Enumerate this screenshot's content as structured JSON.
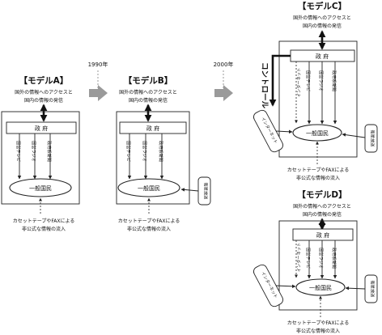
{
  "transitions": {
    "year_1990": "1990年",
    "year_2000": "2000年"
  },
  "common": {
    "external_access": [
      "国外の情報へのアクセスと",
      "国内の情報の発信"
    ],
    "government": "政 府",
    "public": "一般国民",
    "informal": [
      "カセットテープやFAXによる",
      "非公式な情報の流入"
    ],
    "channels": [
      "国営テレビ",
      "国営ラジオ",
      "政府系新聞"
    ],
    "satellite": "衛星放送",
    "internet": "インターネット",
    "control": "コントロール"
  },
  "models": {
    "a": {
      "title": "【モデルA】"
    },
    "b": {
      "title": "【モデルB】"
    },
    "c": {
      "title": "【モデルC】"
    },
    "d": {
      "title": "【モデルD】"
    }
  },
  "colors": {
    "line": "#222222",
    "transition_arrow": "#9a9a9a",
    "background": "#ffffff"
  }
}
